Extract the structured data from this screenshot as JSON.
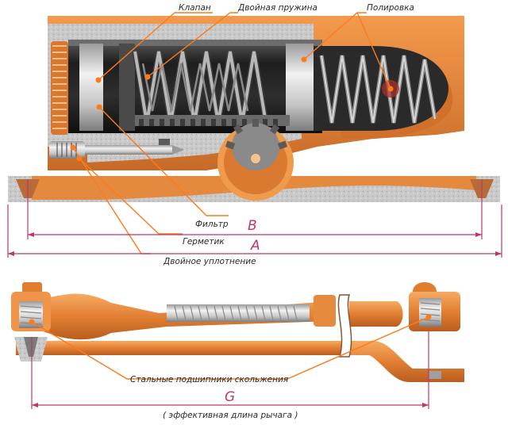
{
  "labels": {
    "valve": "Клапан",
    "double_spring": "Двойная пружина",
    "polishing": "Полировка",
    "filter": "Фильтр",
    "sealant": "Герметик",
    "double_seal": "Двойное уплотнение",
    "bearings": "Стальные подшипники скольжения",
    "effective_length": "( эффективная длина рычага )"
  },
  "dimensions": {
    "b": "B",
    "a": "A",
    "g": "G"
  },
  "colors": {
    "housing": "#e0833a",
    "housing_dark": "#b8551c",
    "cylinder": "#2b2b2b",
    "spring": "#9a9a9a",
    "callout": "#ff7a1a",
    "dimension": "#c0356e",
    "background": "#ffffff"
  }
}
